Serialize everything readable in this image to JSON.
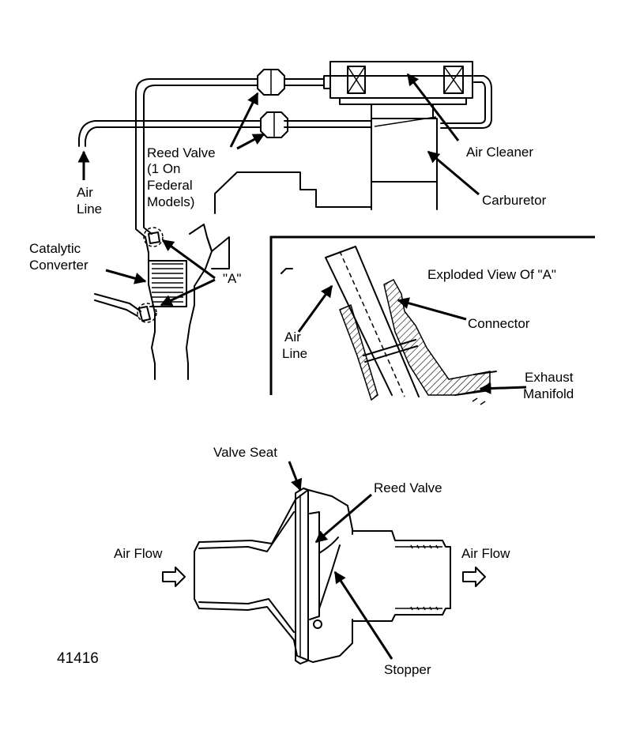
{
  "labels": {
    "reed_valve_top_1": "Reed Valve",
    "reed_valve_top_2": "(1 On",
    "reed_valve_top_3": "Federal",
    "reed_valve_top_4": "Models)",
    "air_cleaner": "Air Cleaner",
    "carburetor": "Carburetor",
    "air_line_left_1": "Air",
    "air_line_left_2": "Line",
    "catalytic_1": "Catalytic",
    "catalytic_2": "Converter",
    "point_a": "\"A\"",
    "exploded_view": "Exploded View Of \"A\"",
    "connector": "Connector",
    "air_line_inset_1": "Air",
    "air_line_inset_2": "Line",
    "exhaust_1": "Exhaust",
    "exhaust_2": "Manifold",
    "valve_seat": "Valve Seat",
    "reed_valve_bottom": "Reed Valve",
    "air_flow_in": "Air Flow",
    "air_flow_out": "Air Flow",
    "stopper": "Stopper",
    "figure_number": "41416"
  }
}
